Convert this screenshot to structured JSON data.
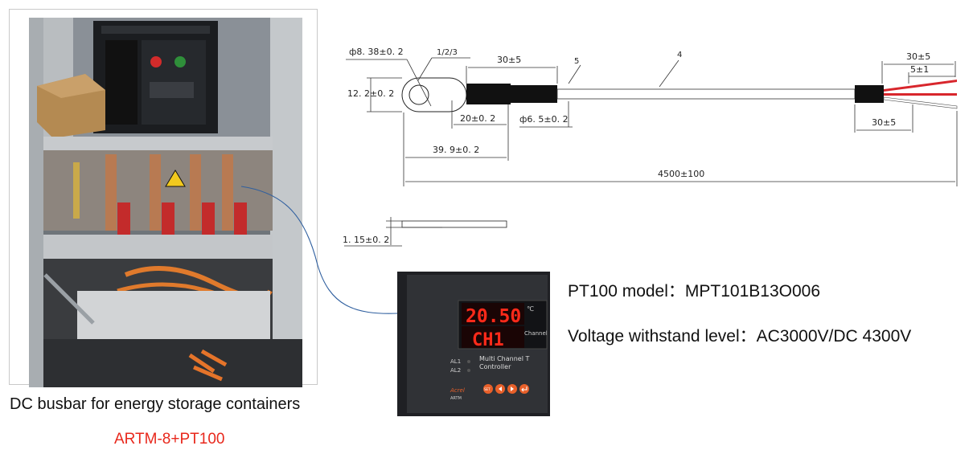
{
  "drawing": {
    "dim_ring_dia": "ф8. 38±0. 2",
    "dim_part_ref": "1/2/3",
    "dim_sleeve_len": "30±5",
    "dim_ref_5": "5",
    "dim_ref_4": "4",
    "dim_tail_len": "30±5",
    "dim_strip_len": "5±1",
    "dim_height": "12. 2±0. 2",
    "dim_lug_len": "20±0. 2",
    "dim_cable_dia": "ф6. 5±0. 2",
    "dim_tail_sleeve": "30±5",
    "dim_tip_len": "39. 9±0. 2",
    "dim_total_len": "4500±100",
    "dim_thickness": "1. 15±0. 2"
  },
  "captions": {
    "photo_caption": "DC busbar for energy storage containers",
    "product_caption": "ARTM-8+PT100"
  },
  "specs": {
    "model": "PT100 model：MPT101B13O006",
    "voltage": "Voltage withstand level：AC3000V/DC 4300V"
  },
  "controller": {
    "display_top": "20.50",
    "display_unit": "℃",
    "display_bottom": "CH1",
    "channel_label": "Channel",
    "alarm1": "AL1",
    "alarm2": "AL2",
    "title_line1": "Multi  Channel  T",
    "title_line2": "Controller",
    "brand": "Acrel",
    "model_tag": "ARTM",
    "btn_set": "SET"
  },
  "colors": {
    "caption_red": "#e8281c",
    "led_red": "#ff2a1a",
    "panel_dark": "#2a2c30",
    "button_orange": "#e8602a"
  }
}
